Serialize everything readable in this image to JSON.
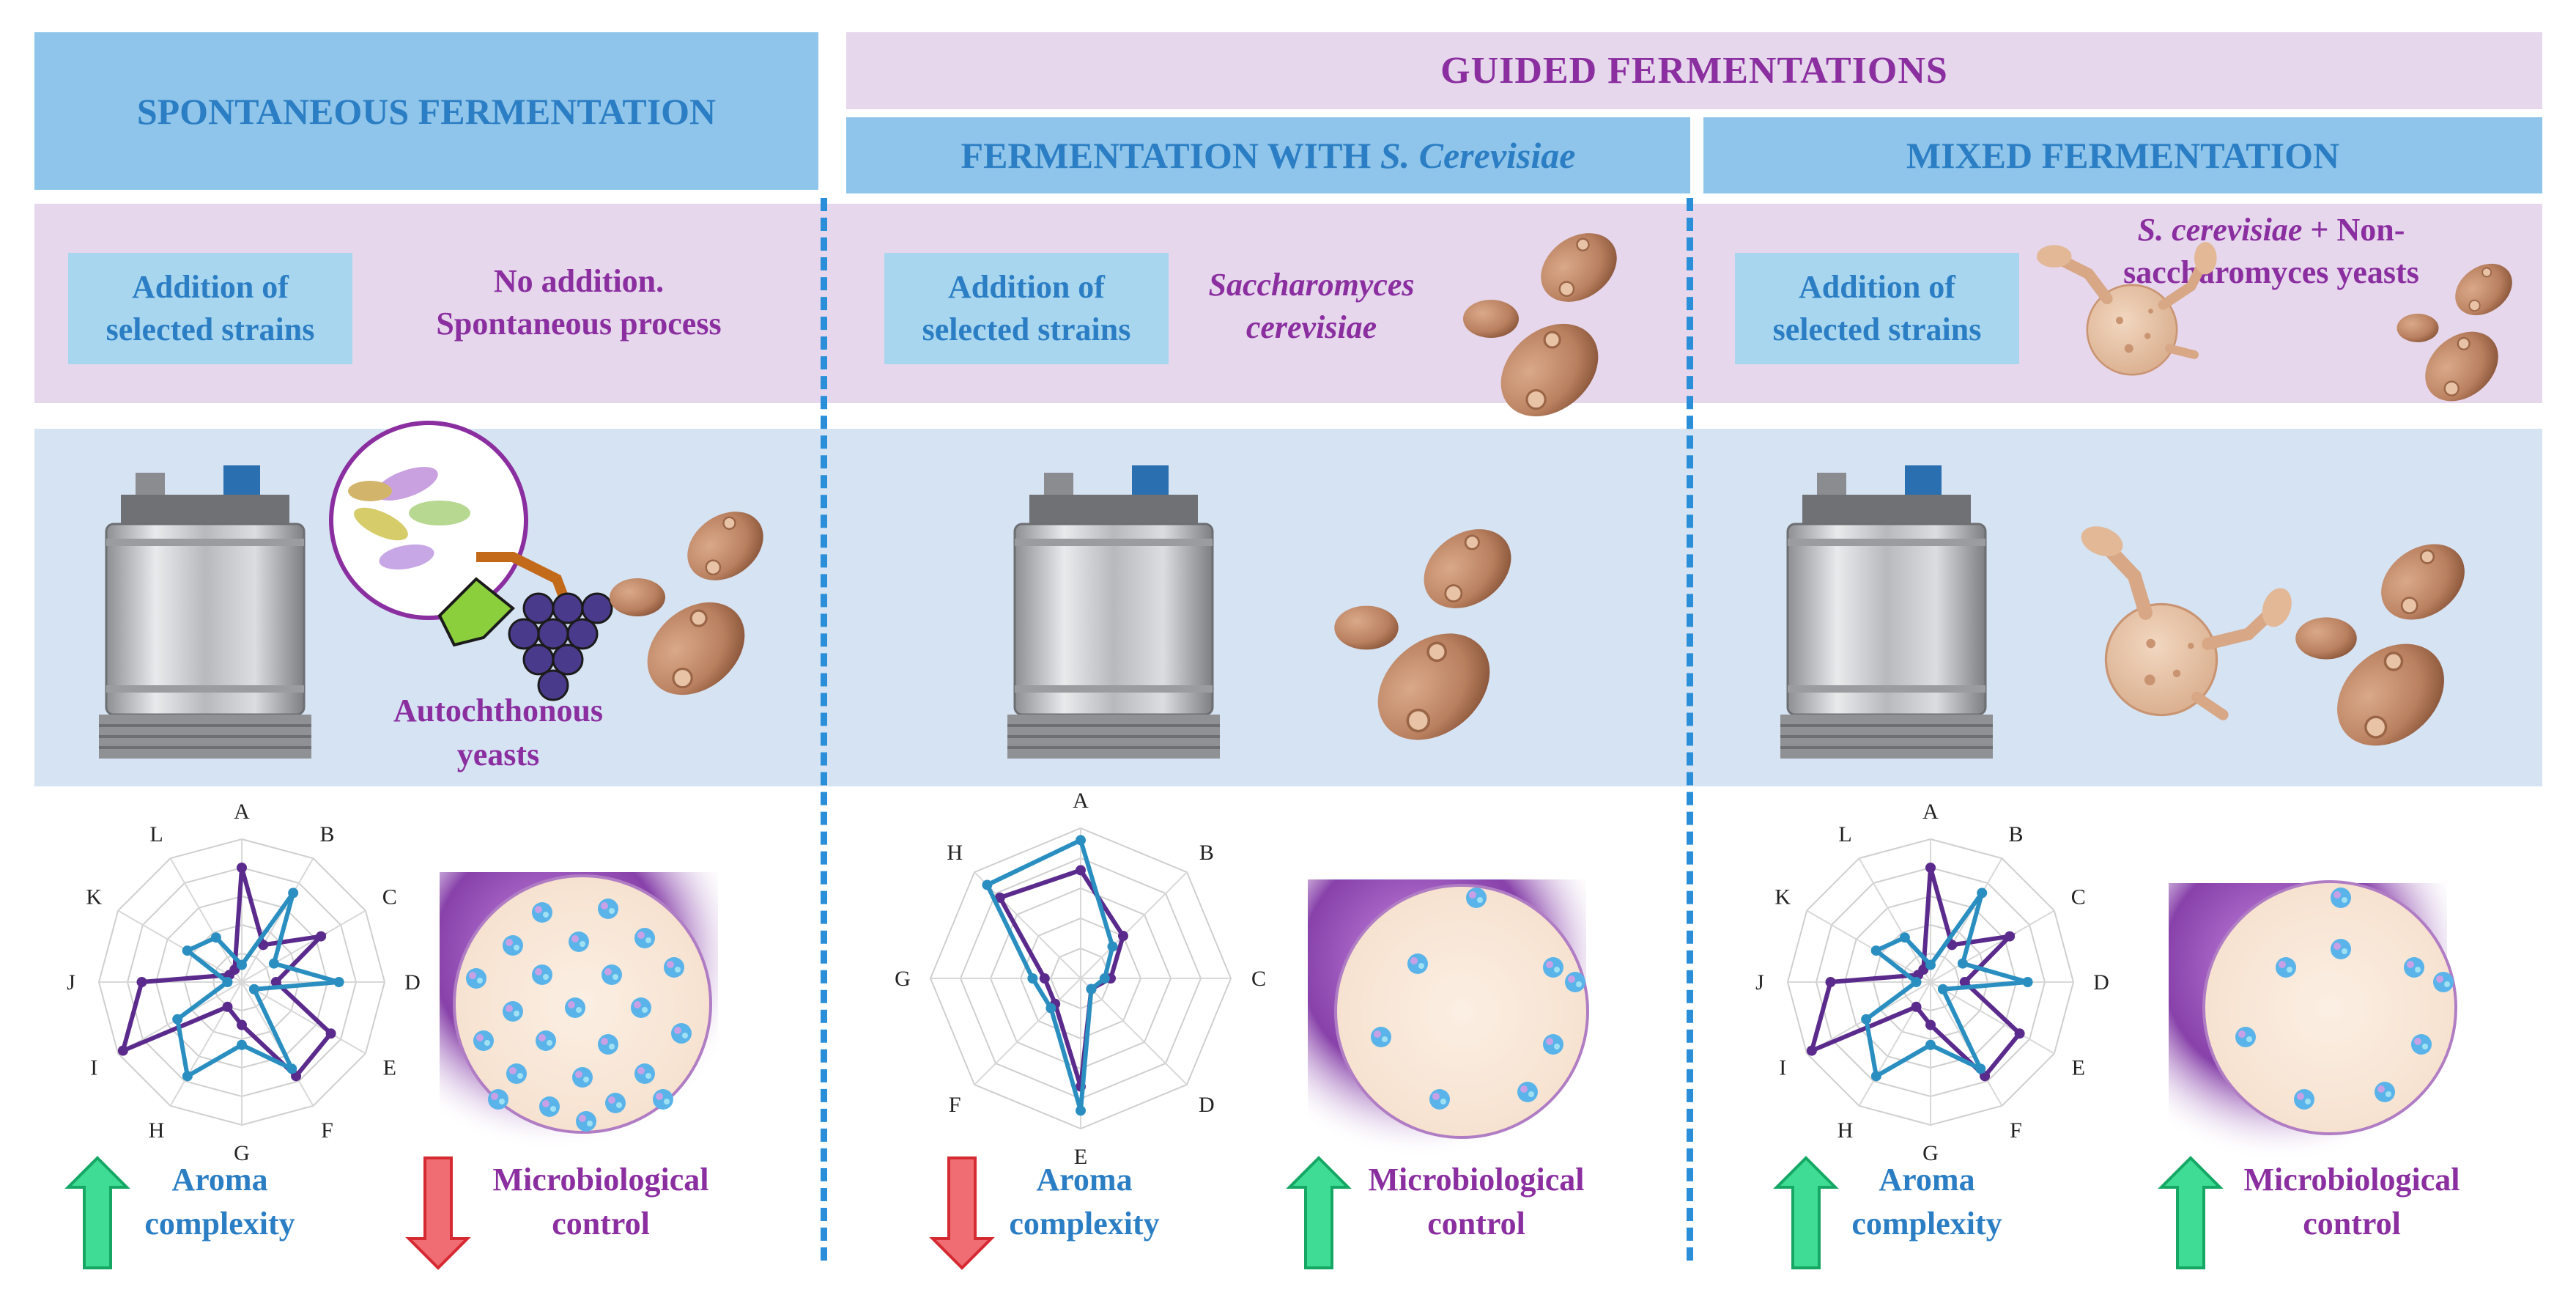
{
  "headers": {
    "spontaneous": "SPONTANEOUS FERMENTATION",
    "guided": "GUIDED FERMENTATIONS",
    "saccharomyces_prefix": "FERMENTATION WITH ",
    "saccharomyces_italic": "S. Cerevisiae",
    "mixed": "MIXED FERMENTATION"
  },
  "addition": {
    "box_line1": "Addition of",
    "box_line2": "selected strains",
    "spontaneous_line1": "No addition.",
    "spontaneous_line2": "Spontaneous process",
    "sc_line1": "Saccharomyces",
    "sc_line2": "cerevisiae",
    "mixed_italic": "S. cerevisiae",
    "mixed_plus": " + Non-",
    "mixed_line2": "saccharomyces yeasts"
  },
  "autochthonous": {
    "line1": "Autochthonous",
    "line2": "yeasts"
  },
  "outcomes": {
    "aroma_line1": "Aroma",
    "aroma_line2": "complexity",
    "micro_line1": "Microbiological",
    "micro_line2": "control"
  },
  "radar_charts": [
    {
      "labels": [
        "A",
        "B",
        "C",
        "D",
        "E",
        "F",
        "G",
        "H",
        "I",
        "J",
        "K",
        "L"
      ],
      "max": 5,
      "series": [
        {
          "color": "#5a2a8c",
          "values": [
            4,
            1.5,
            3.2,
            1.2,
            3.6,
            3.8,
            1.5,
            1,
            4.8,
            3.5,
            0.5,
            0.5
          ]
        },
        {
          "color": "#2a8fc0",
          "values": [
            0.6,
            3.6,
            1.3,
            3.4,
            0.5,
            3.5,
            2.2,
            3.8,
            2.6,
            0.5,
            2.2,
            1.8
          ]
        }
      ]
    },
    {
      "labels": [
        "A",
        "B",
        "C",
        "D",
        "E",
        "F",
        "G",
        "H"
      ],
      "max": 5,
      "series": [
        {
          "color": "#5a2a8c",
          "values": [
            3.6,
            2,
            1,
            0.5,
            3.6,
            1.2,
            1.2,
            3.8
          ]
        },
        {
          "color": "#2a8fc0",
          "values": [
            4.6,
            1.5,
            0.8,
            0.5,
            4.4,
            1.4,
            1.6,
            4.4
          ]
        }
      ]
    },
    {
      "labels": [
        "A",
        "B",
        "C",
        "D",
        "E",
        "F",
        "G",
        "H",
        "I",
        "J",
        "K",
        "L"
      ],
      "max": 5,
      "series": [
        {
          "color": "#5a2a8c",
          "values": [
            4,
            1.5,
            3.2,
            1.2,
            3.6,
            3.8,
            1.5,
            1,
            4.8,
            3.5,
            0.5,
            0.5
          ]
        },
        {
          "color": "#2a8fc0",
          "values": [
            0.6,
            3.6,
            1.3,
            3.4,
            0.5,
            3.5,
            2.2,
            3.8,
            2.6,
            0.5,
            2.2,
            1.8
          ]
        }
      ]
    }
  ],
  "colors": {
    "header_blue": "#8fc5ea",
    "title_blue": "#2b7ec4",
    "purple": "#8a2ea0",
    "band_pink": "#e6d7ec",
    "band_blue": "#d6e3f3",
    "arrow_up": "#3fdc95",
    "arrow_down": "#f06d73"
  }
}
